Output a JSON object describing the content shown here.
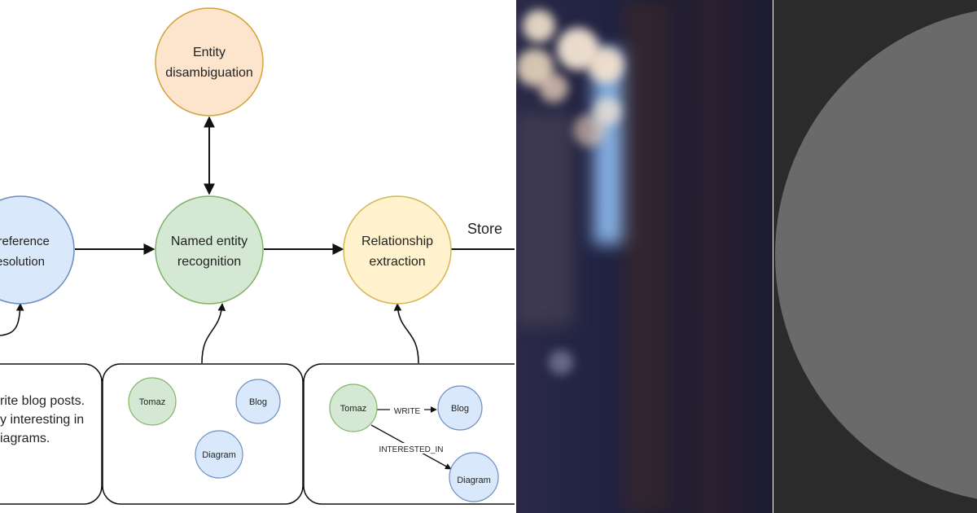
{
  "nodes": {
    "entity_disambiguation": {
      "line1": "Entity",
      "line2": "disambiguation",
      "fill": "#fde4cc",
      "stroke": "#d6a13a"
    },
    "coreference_resolution": {
      "line1": "oreference",
      "line2": "esolution",
      "fill": "#dae8fc",
      "stroke": "#6c8ebf"
    },
    "named_entity_recognition": {
      "line1": "Named entity",
      "line2": "recognition",
      "fill": "#d5e8d4",
      "stroke": "#82b366"
    },
    "relationship_extraction": {
      "line1": "Relationship",
      "line2": "extraction",
      "fill": "#fff2cc",
      "stroke": "#d6b656"
    }
  },
  "store_label": "Store",
  "text_box": {
    "lines": [
      "rite blog posts.",
      "y interesting in",
      "iagrams."
    ]
  },
  "ner_box": {
    "tomaz": "Tomaz",
    "blog": "Blog",
    "diagram": "Diagram"
  },
  "rel_box": {
    "tomaz": "Tomaz",
    "blog": "Blog",
    "diagram": "Diagram",
    "write": "WRITE",
    "interested_in": "INTERESTED_IN"
  },
  "colors": {
    "person": "#d5e8d4",
    "person_stroke": "#82b366",
    "thing": "#dae8fc",
    "thing_stroke": "#6c8ebf",
    "line": "#111111"
  }
}
